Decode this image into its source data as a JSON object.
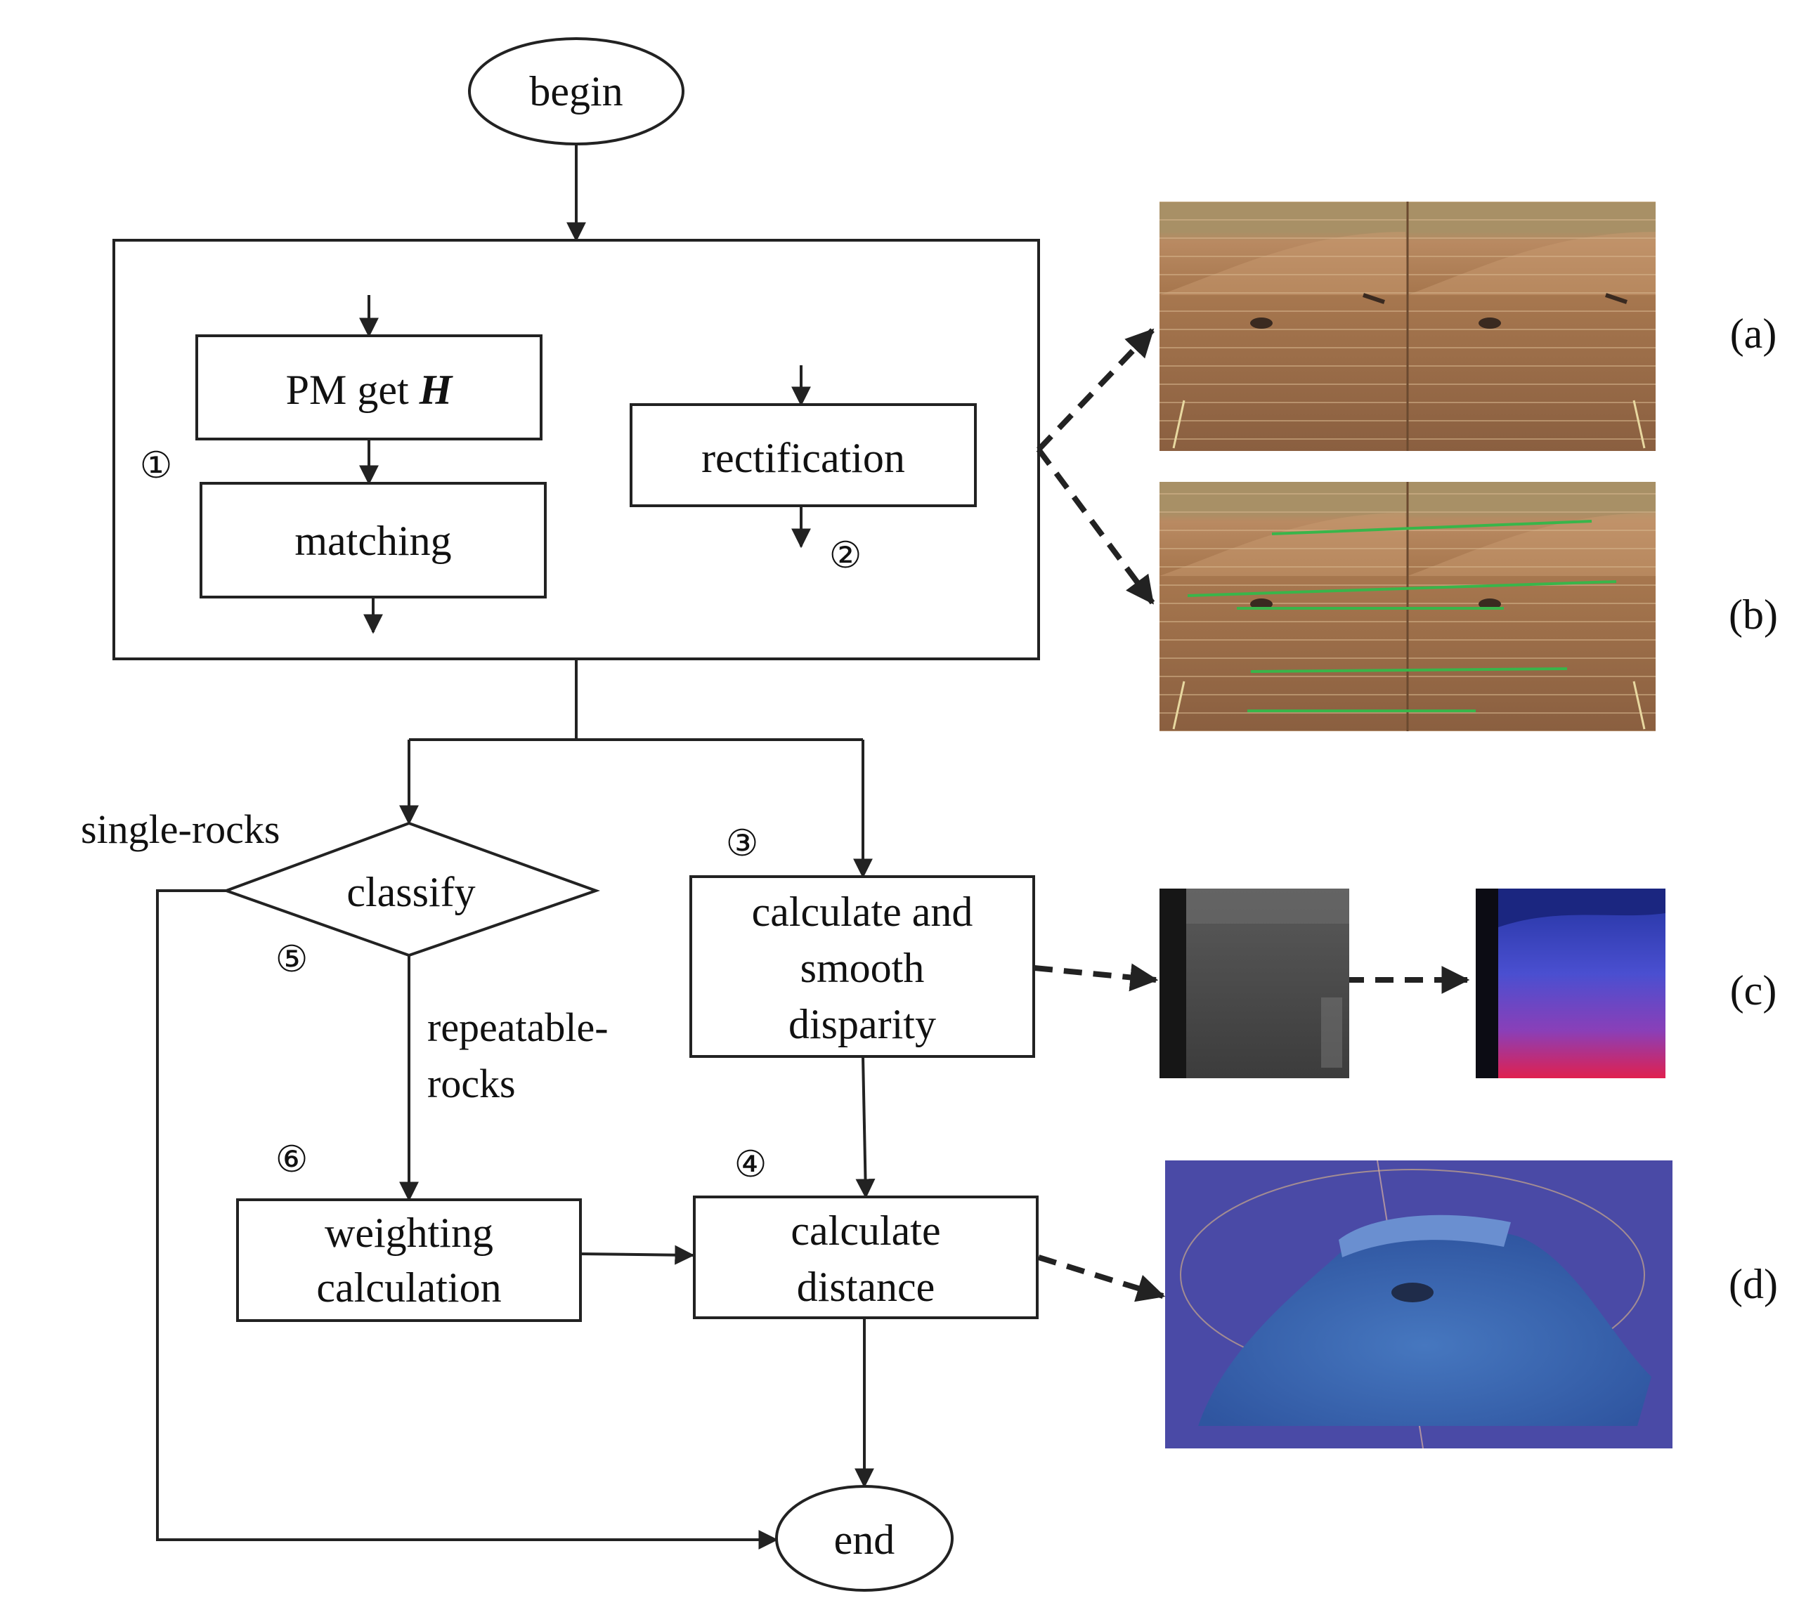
{
  "nodes": {
    "begin": "begin",
    "pm_prefix": "PM get ",
    "pm_var": "H",
    "matching": "matching",
    "rectification": "rectification",
    "classify": "classify",
    "disparity": [
      "calculate and",
      "smooth",
      "disparity"
    ],
    "weighting": [
      "weighting",
      "calculation"
    ],
    "distance": [
      "calculate",
      "distance"
    ],
    "end": "end"
  },
  "markers": {
    "m1": "①",
    "m2": "②",
    "m3": "③",
    "m4": "④",
    "m5": "⑤",
    "m6": "⑥"
  },
  "branches": {
    "single": "single-rocks",
    "repeatable": [
      "repeatable-",
      "rocks"
    ]
  },
  "panels": {
    "a": "(a)",
    "b": "(b)",
    "c": "(c)",
    "d": "(d)"
  },
  "colors": {
    "stroke": "#222222",
    "sky": "#a89066",
    "terrain": "#9c6b48",
    "match_line": "#39b54a",
    "disparity_gray": "#4a4a4a",
    "depth_top": "#2b3aa8",
    "depth_bottom": "#e0204f",
    "point_cloud_bg": "#4a4aa6",
    "point_cloud": "#3f6fb8"
  }
}
